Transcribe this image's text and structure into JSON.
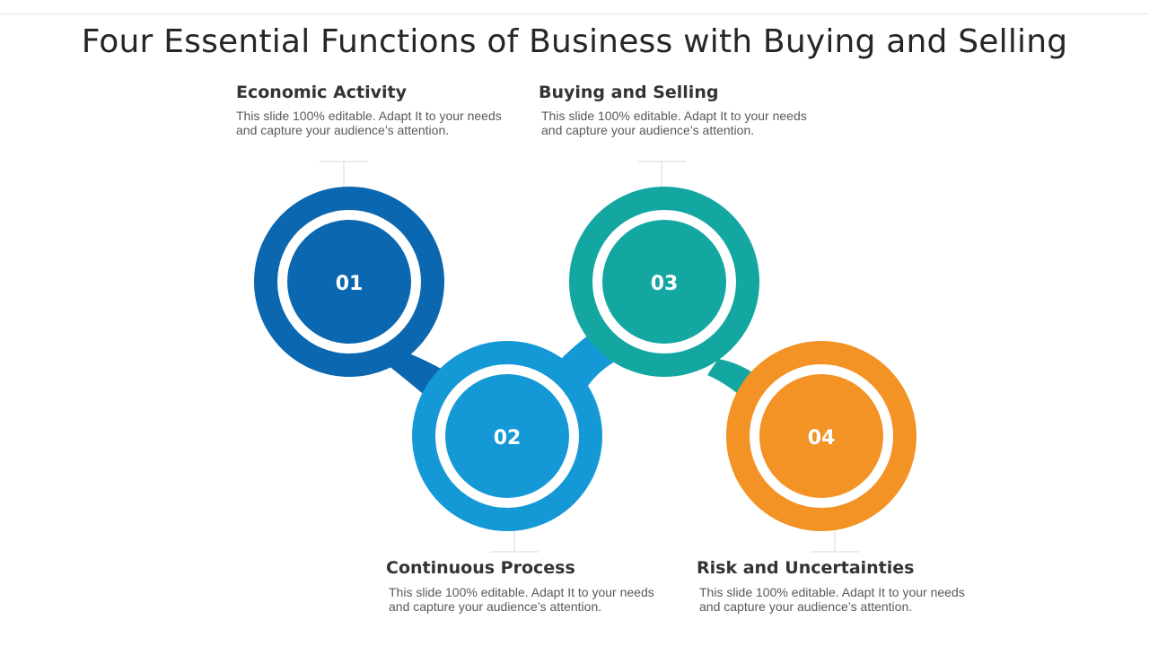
{
  "title": "Four Essential Functions of Business with Buying and Selling",
  "steps": [
    {
      "number": "01",
      "heading": "Economic  Activity",
      "description": "This slide 100% editable. Adapt It to your needs and capture your audience’s attention.",
      "color": "#0a67b0"
    },
    {
      "number": "02",
      "heading": "Continuous  Process",
      "description": "This slide 100% editable. Adapt It to your needs and capture your audience’s attention.",
      "color": "#1599d6"
    },
    {
      "number": "03",
      "heading": "Buying and Selling",
      "description": "This slide 100% editable. Adapt It to your needs and capture your audience’s attention.",
      "color": "#14a7a1"
    },
    {
      "number": "04",
      "heading": "Risk and Uncertainties",
      "description": "This slide 100% editable. Adapt It to your needs and capture your audience’s attention.",
      "color": "#f39325"
    }
  ]
}
